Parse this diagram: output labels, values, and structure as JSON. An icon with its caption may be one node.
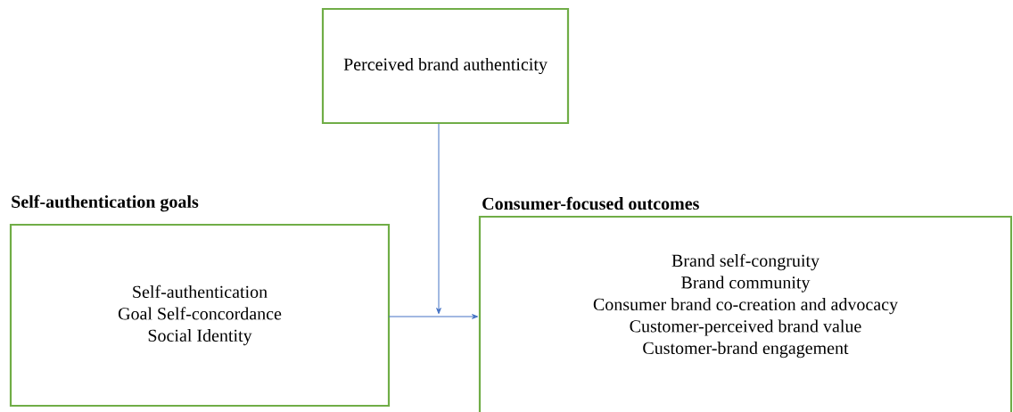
{
  "diagram": {
    "nodes": [
      {
        "text": [
          "Perceived brand authenticity"
        ]
      },
      {
        "text": [
          "Self-authentication goals",
          "Self-authentication",
          "Goal Self-concordance",
          "Social Identity"
        ]
      },
      {
        "text": [
          "Consumer-focused outcomes",
          "Brand self-congruity",
          "Brand community",
          "Consumer brand co-creation and advocacy",
          "Customer-perceived brand value",
          "Customer-brand engagement"
        ]
      }
    ],
    "edges": [
      {
        "from": 1,
        "to": 2,
        "arrow": "to"
      },
      {
        "from": 0,
        "to": null,
        "arrow": "to"
      }
    ]
  }
}
